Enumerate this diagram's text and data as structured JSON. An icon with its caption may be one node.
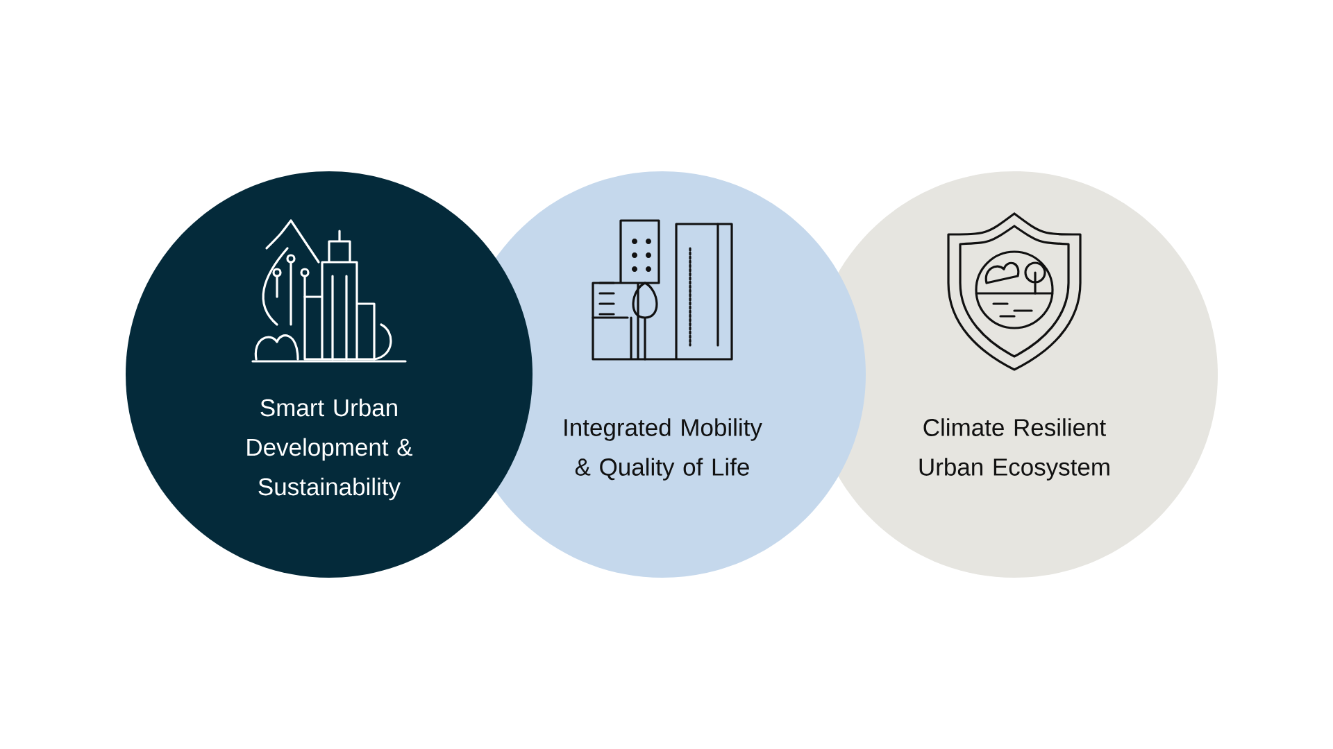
{
  "diagram": {
    "nodes": [
      {
        "text": [
          "Smart Urban Development & Sustainability"
        ]
      },
      {
        "text": [
          "Integrated Mobility & Quality of Life"
        ]
      },
      {
        "text": [
          "Climate Resilient Urban Ecosystem"
        ]
      }
    ]
  }
}
